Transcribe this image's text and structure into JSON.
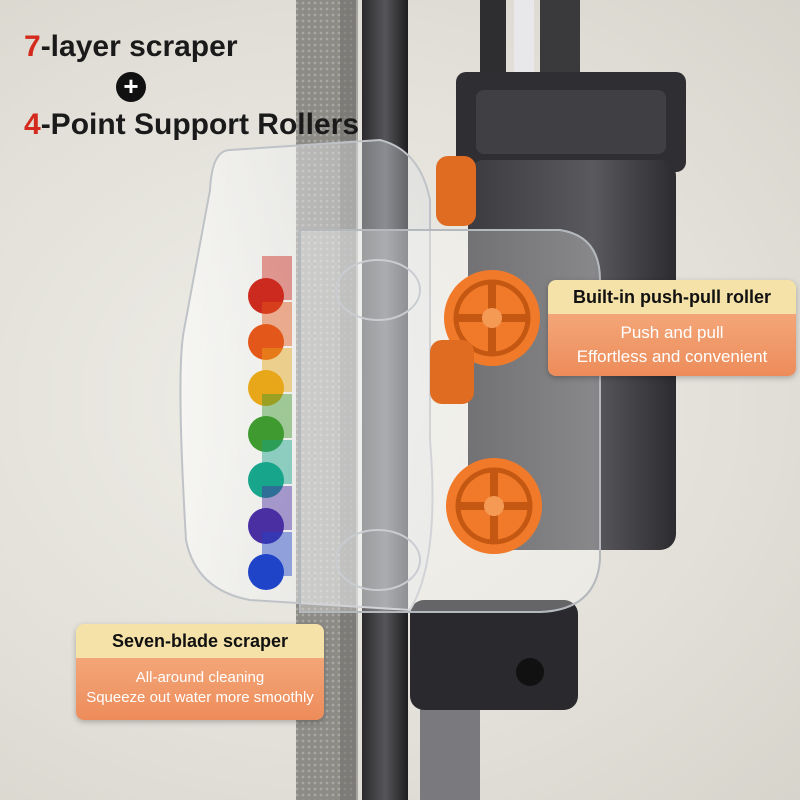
{
  "headline": {
    "line1_accent": "7",
    "line1_rest": "-layer scraper",
    "plus_symbol": "+",
    "line2_accent": "4",
    "line2_rest": "-Point Support Rollers"
  },
  "callouts": {
    "roller": {
      "title": "Built-in push-pull roller",
      "line1": "Push and pull",
      "line2": "Effortless and convenient"
    },
    "scraper": {
      "title": "Seven-blade scraper",
      "line1": "All-around cleaning",
      "line2": "Squeeze out water more smoothly"
    }
  },
  "colors": {
    "accent": "#d42a1e",
    "roller_orange": "#f07a2a",
    "callout_caption": "#f5e2a8",
    "callout_body": "#ed8c5a",
    "blades": [
      "#cc2a1e",
      "#e4571b",
      "#e8a619",
      "#3f9a2f",
      "#17a58c",
      "#4a2fa3",
      "#1f44c8"
    ]
  }
}
